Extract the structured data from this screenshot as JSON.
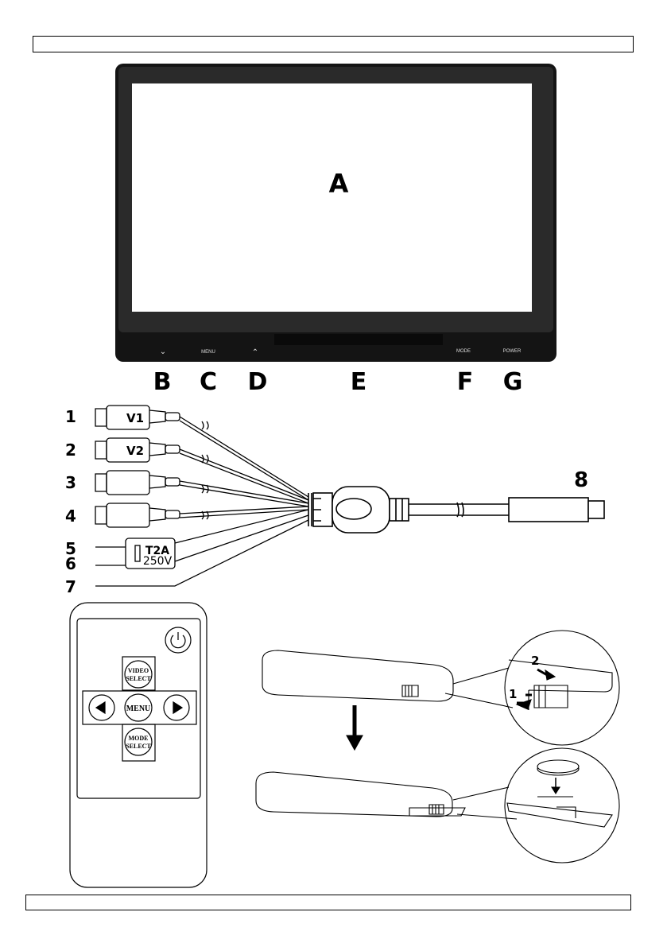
{
  "header": {
    "text": ""
  },
  "footer": {
    "text": ""
  },
  "monitor": {
    "screen_label": "A",
    "button_texts": {
      "b": "⌄",
      "c": "MENU",
      "d": "⌃",
      "f": "MODE",
      "g": "POWER"
    },
    "callouts": [
      "B",
      "C",
      "D",
      "E",
      "F",
      "G"
    ]
  },
  "cable": {
    "numbers": [
      "1",
      "2",
      "3",
      "4",
      "5",
      "6",
      "7",
      "8"
    ],
    "plug_v1": "V1",
    "plug_v2": "V2",
    "fuse_line1": "T2A",
    "fuse_line2": "250V"
  },
  "remote": {
    "power_icon": "power-icon",
    "video_select": [
      "VIDEO",
      "SELECT"
    ],
    "menu": "MENU",
    "mode_select": [
      "MODE",
      "SELECT"
    ],
    "left_icon": "triangle-left-icon",
    "right_icon": "triangle-right-icon"
  },
  "battery": {
    "step_1": "1",
    "step_2": "2"
  }
}
